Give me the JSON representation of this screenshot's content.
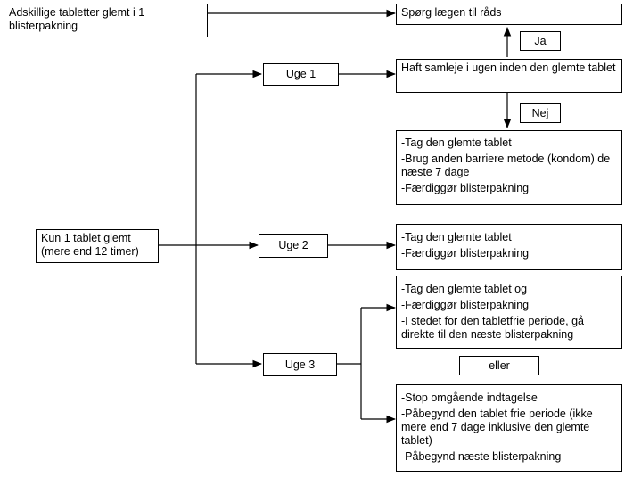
{
  "boxes": {
    "multiple_missed": "Adskillige tabletter glemt i 1 blisterpakning",
    "ask_doctor": "Spørg lægen til råds",
    "yes": "Ja",
    "no": "Nej",
    "week1": "Uge 1",
    "week2": "Uge 2",
    "week3": "Uge 3",
    "intercourse": "Haft samleje i ugen inden den glemte tablet",
    "one_missed": "Kun 1 tablet glemt (mere end 12 timer)",
    "or": "eller"
  },
  "week1_no_actions": [
    "-Tag den glemte tablet",
    "-Brug anden barriere metode (kondom) de næste 7 dage",
    "-Færdiggør blisterpakning"
  ],
  "week2_actions": [
    "-Tag den glemte tablet",
    "-Færdiggør blisterpakning"
  ],
  "week3_option1": [
    "-Tag den glemte tablet og",
    "-Færdiggør blisterpakning",
    "-I stedet for den tabletfrie periode, gå direkte til den næste blisterpakning"
  ],
  "week3_option2": [
    "-Stop omgående indtagelse",
    "-Påbegynd den tablet frie periode (ikke mere end 7 dage inklusive den glemte tablet)",
    "-Påbegynd næste blisterpakning"
  ]
}
